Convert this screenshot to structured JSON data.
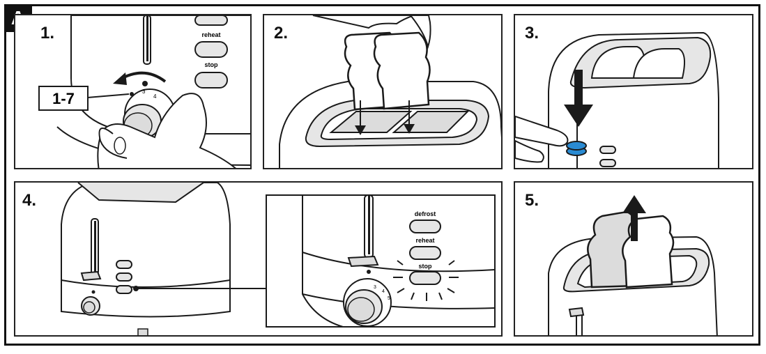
{
  "section_label": "A",
  "steps": [
    {
      "number": "1.",
      "range_label": "1-7",
      "button_labels": [
        "reheat",
        "stop"
      ],
      "dial_ticks": [
        "3",
        "4"
      ]
    },
    {
      "number": "2."
    },
    {
      "number": "3."
    },
    {
      "number": "4.",
      "button_labels": [
        "defrost",
        "reheat",
        "stop"
      ],
      "dial_ticks": [
        "3",
        "4",
        "5"
      ]
    },
    {
      "number": "5."
    }
  ],
  "colors": {
    "line": "#1a1a1a",
    "fill": "#ffffff",
    "shade": "#e6e6e6",
    "accent_blue": "#2a8bd3"
  }
}
